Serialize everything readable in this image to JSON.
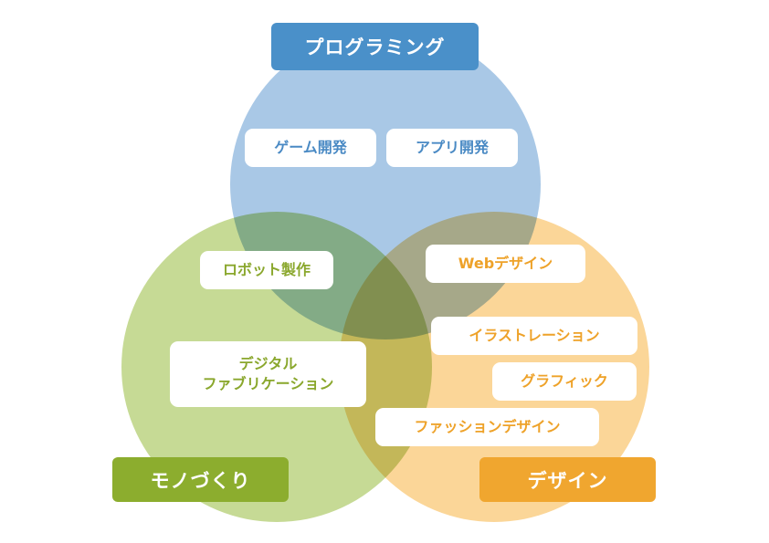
{
  "colors": {
    "programming": "#4a90c9",
    "programming_fill": "#a9c8e6",
    "monozukuri": "#8cad2e",
    "monozukuri_fill": "#c6da95",
    "design": "#f0a62f",
    "design_fill": "#fbd698"
  },
  "headers": {
    "programming": "プログラミング",
    "monozukuri": "モノづくり",
    "design": "デザイン"
  },
  "tags": {
    "game": "ゲーム開発",
    "app": "アプリ開発",
    "robot": "ロボット製作",
    "web": "Webデザイン",
    "digifab": "デジタル\nファブリケーション",
    "illustration": "イラストレーション",
    "graphic": "グラフィック",
    "fashion": "ファッションデザイン"
  }
}
